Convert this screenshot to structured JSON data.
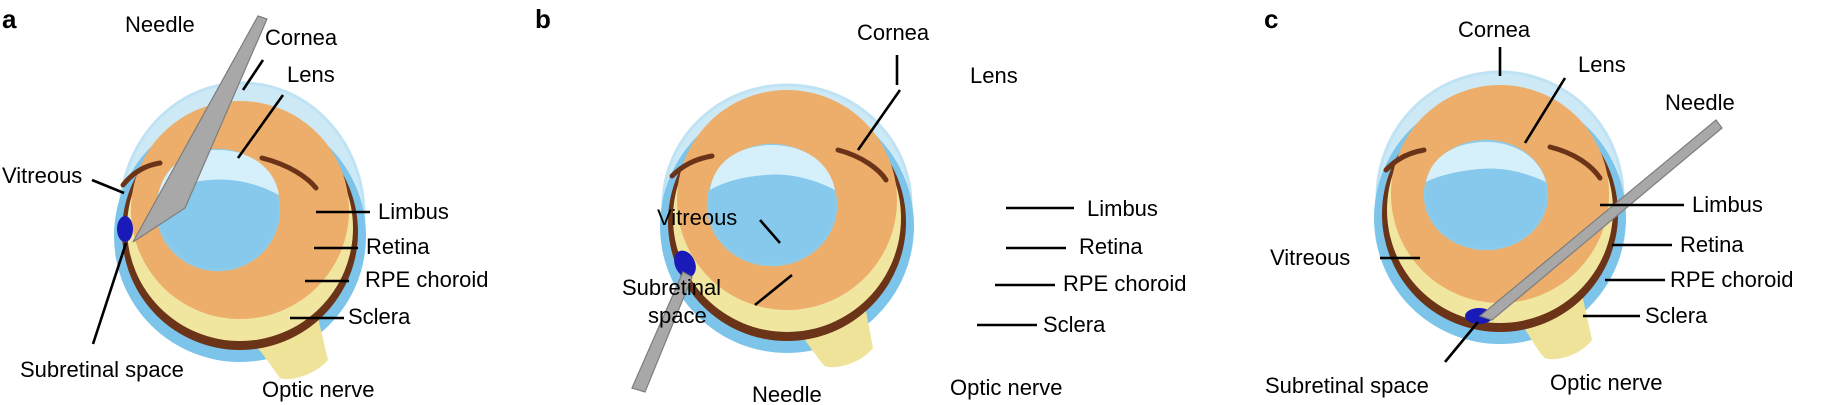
{
  "colors": {
    "cornea": "#cde9f6",
    "cornea_outer": "#bfe3f4",
    "body": "#ecae6a",
    "lens_top": "#d6f0fb",
    "lens_bottom": "#87c9ec",
    "lens_stroke": "#8ecbe9",
    "choroid_band": "#6b3418",
    "retina_fill": "#f1e6a0",
    "sclera_blue": "#7cc4ea",
    "optic_nerve": "#efe39a",
    "bleb": "#1a1ab8",
    "needle_fill": "#a8a8a8",
    "needle_stroke": "#7d7d7d"
  },
  "panels": [
    {
      "letter": "a",
      "labels": {
        "needle": "Needle",
        "cornea": "Cornea",
        "lens": "Lens",
        "vitreous": "Vitreous",
        "limbus": "Limbus",
        "retina": "Retina",
        "rpe_choroid": "RPE choroid",
        "sclera": "Sclera",
        "subretinal": "Subretinal space",
        "optic_nerve": "Optic nerve"
      }
    },
    {
      "letter": "b",
      "labels": {
        "cornea": "Cornea",
        "lens": "Lens",
        "vitreous": "Vitreous",
        "limbus": "Limbus",
        "retina": "Retina",
        "rpe_choroid": "RPE choroid",
        "sclera": "Sclera",
        "subretinal_1": "Subretinal",
        "subretinal_2": "space",
        "needle": "Needle",
        "optic_nerve": "Optic nerve"
      }
    },
    {
      "letter": "c",
      "labels": {
        "cornea": "Cornea",
        "lens": "Lens",
        "needle": "Needle",
        "limbus": "Limbus",
        "vitreous": "Vitreous",
        "retina": "Retina",
        "rpe_choroid": "RPE choroid",
        "sclera": "Sclera",
        "subretinal": "Subretinal space",
        "optic_nerve": "Optic nerve"
      }
    }
  ]
}
